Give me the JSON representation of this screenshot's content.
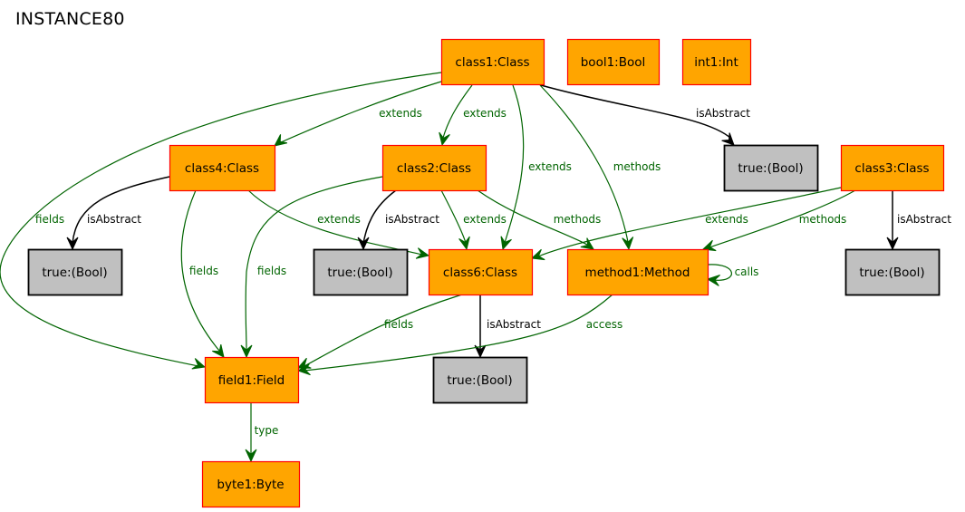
{
  "title": "INSTANCE80",
  "colors": {
    "object_fill": "#ffa500",
    "object_border": "#ff0000",
    "value_fill": "#c0c0c0",
    "value_border": "#000000",
    "green_edge": "#006400",
    "black_edge": "#000000"
  },
  "nodes": [
    {
      "id": "class1",
      "label": "class1:Class",
      "kind": "object"
    },
    {
      "id": "bool1",
      "label": "bool1:Bool",
      "kind": "object"
    },
    {
      "id": "int1",
      "label": "int1:Int",
      "kind": "object"
    },
    {
      "id": "t1",
      "label": "true:(Bool)",
      "kind": "value"
    },
    {
      "id": "class4",
      "label": "class4:Class",
      "kind": "object"
    },
    {
      "id": "class2",
      "label": "class2:Class",
      "kind": "object"
    },
    {
      "id": "class3",
      "label": "class3:Class",
      "kind": "object"
    },
    {
      "id": "t4",
      "label": "true:(Bool)",
      "kind": "value"
    },
    {
      "id": "t2",
      "label": "true:(Bool)",
      "kind": "value"
    },
    {
      "id": "class6",
      "label": "class6:Class",
      "kind": "object"
    },
    {
      "id": "method1",
      "label": "method1:Method",
      "kind": "object"
    },
    {
      "id": "t3",
      "label": "true:(Bool)",
      "kind": "value"
    },
    {
      "id": "t6",
      "label": "true:(Bool)",
      "kind": "value"
    },
    {
      "id": "field1",
      "label": "field1:Field",
      "kind": "object"
    },
    {
      "id": "byte1",
      "label": "byte1:Byte",
      "kind": "object"
    }
  ],
  "edges": [
    {
      "from": "class1",
      "to": "t1",
      "label": "isAbstract",
      "color": "black"
    },
    {
      "from": "class1",
      "to": "class4",
      "label": "extends",
      "color": "green"
    },
    {
      "from": "class1",
      "to": "class2",
      "label": "extends",
      "color": "green"
    },
    {
      "from": "class1",
      "to": "class6",
      "label": "extends",
      "color": "green"
    },
    {
      "from": "class1",
      "to": "method1",
      "label": "methods",
      "color": "green"
    },
    {
      "from": "class1",
      "to": "field1",
      "label": "fields",
      "color": "green"
    },
    {
      "from": "class4",
      "to": "t4",
      "label": "isAbstract",
      "color": "black"
    },
    {
      "from": "class4",
      "to": "field1",
      "label": "fields",
      "color": "green"
    },
    {
      "from": "class4",
      "to": "class6",
      "label": "extends",
      "color": "green"
    },
    {
      "from": "class2",
      "to": "t2",
      "label": "isAbstract",
      "color": "black"
    },
    {
      "from": "class2",
      "to": "class6",
      "label": "extends",
      "color": "green"
    },
    {
      "from": "class2",
      "to": "method1",
      "label": "methods",
      "color": "green"
    },
    {
      "from": "class2",
      "to": "field1",
      "label": "fields",
      "color": "green"
    },
    {
      "from": "class3",
      "to": "class6",
      "label": "extends",
      "color": "green"
    },
    {
      "from": "class3",
      "to": "method1",
      "label": "methods",
      "color": "green"
    },
    {
      "from": "class3",
      "to": "t3",
      "label": "isAbstract",
      "color": "black"
    },
    {
      "from": "method1",
      "to": "method1",
      "label": "calls",
      "color": "green"
    },
    {
      "from": "class6",
      "to": "field1",
      "label": "fields",
      "color": "green"
    },
    {
      "from": "class6",
      "to": "t6",
      "label": "isAbstract",
      "color": "black"
    },
    {
      "from": "method1",
      "to": "field1",
      "label": "access",
      "color": "green"
    },
    {
      "from": "field1",
      "to": "byte1",
      "label": "type",
      "color": "green"
    }
  ]
}
